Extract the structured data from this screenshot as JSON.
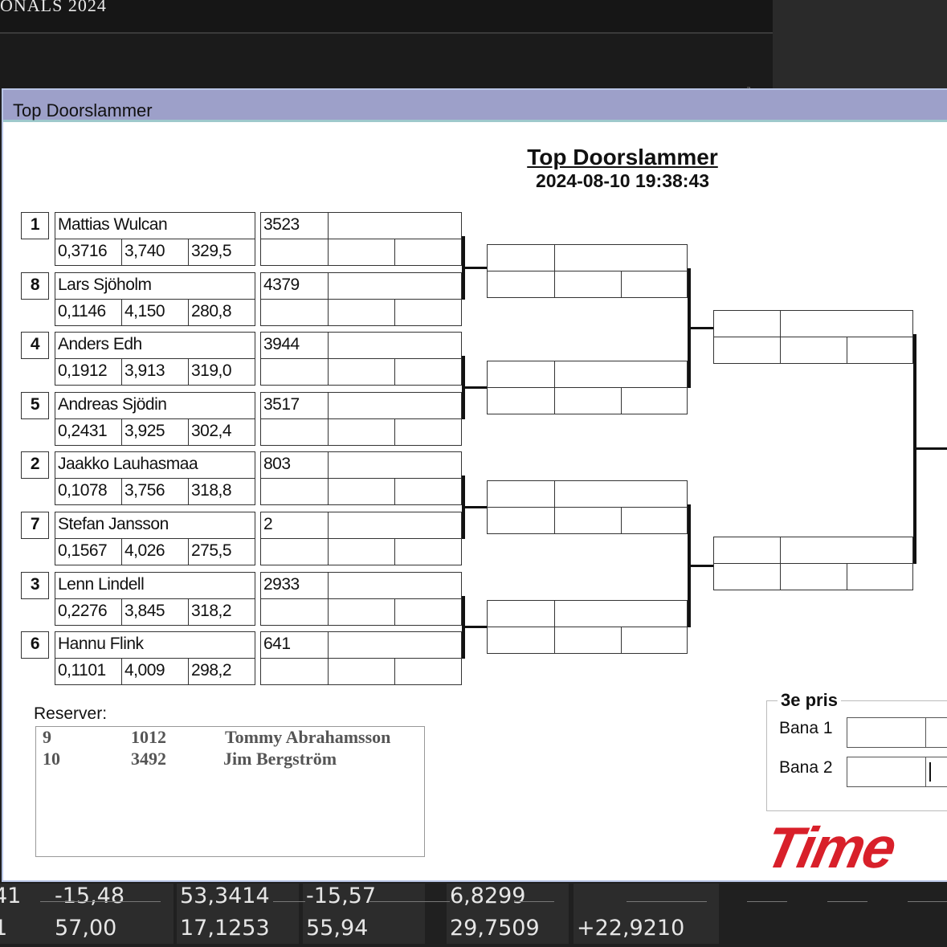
{
  "background": {
    "title_fragment": "ONALS 2024"
  },
  "window": {
    "title": "Top Doorslammer"
  },
  "header": {
    "title": "Top Doorslammer",
    "datetime": "2024-08-10 19:38:43"
  },
  "round1": [
    {
      "seed": "1",
      "name": "Mattias Wulcan",
      "number": "3523",
      "rt": "0,3716",
      "et": "3,740",
      "speed": "329,5"
    },
    {
      "seed": "8",
      "name": "Lars Sjöholm",
      "number": "4379",
      "rt": "0,1146",
      "et": "4,150",
      "speed": "280,8"
    },
    {
      "seed": "4",
      "name": "Anders Edh",
      "number": "3944",
      "rt": "0,1912",
      "et": "3,913",
      "speed": "319,0"
    },
    {
      "seed": "5",
      "name": "Andreas Sjödin",
      "number": "3517",
      "rt": "0,2431",
      "et": "3,925",
      "speed": "302,4"
    },
    {
      "seed": "2",
      "name": "Jaakko Lauhasmaa",
      "number": "803",
      "rt": "0,1078",
      "et": "3,756",
      "speed": "318,8"
    },
    {
      "seed": "7",
      "name": "Stefan Jansson",
      "number": "2",
      "rt": "0,1567",
      "et": "4,026",
      "speed": "275,5"
    },
    {
      "seed": "3",
      "name": "Lenn Lindell",
      "number": "2933",
      "rt": "0,2276",
      "et": "3,845",
      "speed": "318,2"
    },
    {
      "seed": "6",
      "name": "Hannu Flink",
      "number": "641",
      "rt": "0,1101",
      "et": "4,009",
      "speed": "298,2"
    }
  ],
  "reserves": {
    "label": "Reserver:",
    "items": [
      {
        "seed": "9",
        "number": "1012",
        "name": "Tommy Abrahamsson"
      },
      {
        "seed": "10",
        "number": "3492",
        "name": "Jim Bergström"
      }
    ]
  },
  "third_place": {
    "legend": "3e pris",
    "lane1": "Bana 1",
    "lane2": "Bana 2"
  },
  "logo": {
    "text": "Time"
  },
  "bottom_table": {
    "rows": [
      [
        "41",
        "-15,48",
        "53,3414",
        "-15,57",
        "6,8299",
        ""
      ],
      [
        "1",
        "57,00",
        "17,1253",
        "55,94",
        "29,7509",
        "+22,9210"
      ]
    ]
  },
  "colors": {
    "titlebar": "#9da0c9",
    "logo_red": "#d8202a"
  }
}
